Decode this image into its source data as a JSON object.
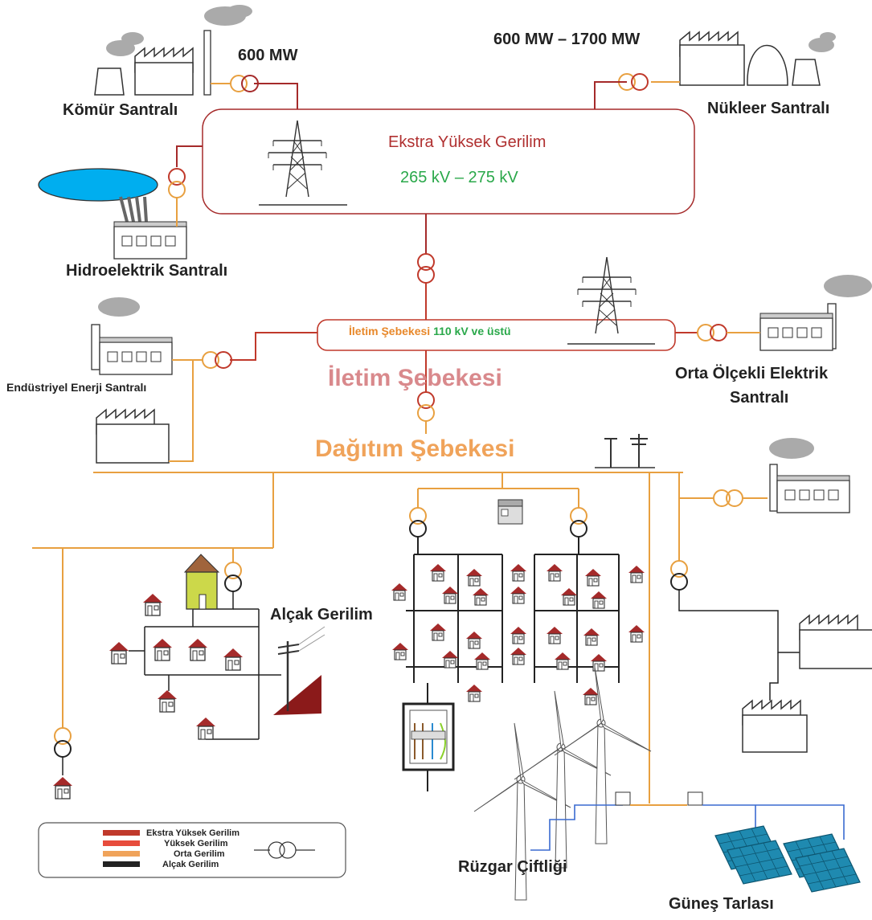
{
  "plants": {
    "coal": {
      "name": "Kömür Santralı",
      "capacity": "600 MW"
    },
    "nuclear": {
      "name": "Nükleer Santralı",
      "capacity": "600 MW – 1700 MW"
    },
    "hydro": {
      "name": "Hidroelektrik Santralı"
    },
    "industrial": {
      "name": "Endüstriyel Enerji Santralı"
    },
    "medium": {
      "name_line1": "Orta Ölçekli Elektrik",
      "name_line2": "Santralı"
    },
    "wind": {
      "name": "Rüzgar Çiftliği"
    },
    "solar": {
      "name": "Güneş Tarlası"
    }
  },
  "extra_high_voltage": {
    "title": "Ekstra Yüksek Gerilim",
    "range": "265 kV – 275 kV"
  },
  "transmission": {
    "bar_part1": "İletim Şebekesi",
    "bar_part2": "110 kV ve üstü",
    "label": "İletim Şebekesi"
  },
  "distribution": {
    "label": "Dağıtım Şebekesi"
  },
  "low_voltage": {
    "label": "Alçak Gerilim"
  },
  "legend": {
    "items": [
      {
        "label": "Ekstra Yüksek Gerilim",
        "color": "#c0392b"
      },
      {
        "label": "Yüksek Gerilim",
        "color": "#e74c3c"
      },
      {
        "label": "Orta Gerilim",
        "color": "#f0a35a"
      },
      {
        "label": "Alçak Gerilim",
        "color": "#222222"
      }
    ]
  },
  "colors": {
    "extra_high": "#b03030",
    "high": "#c0392b",
    "medium": "#f0a35a",
    "low": "#222222",
    "green_text": "#2aa84a",
    "orange_text": "#e8882a",
    "transmission_label": "#d9898c",
    "hydro_lake": "#00aeef",
    "solar_panel": "#1f8ab0",
    "house_roof": "#a52a2a",
    "smoke": "#999999",
    "field_red": "#8b1a1a"
  }
}
